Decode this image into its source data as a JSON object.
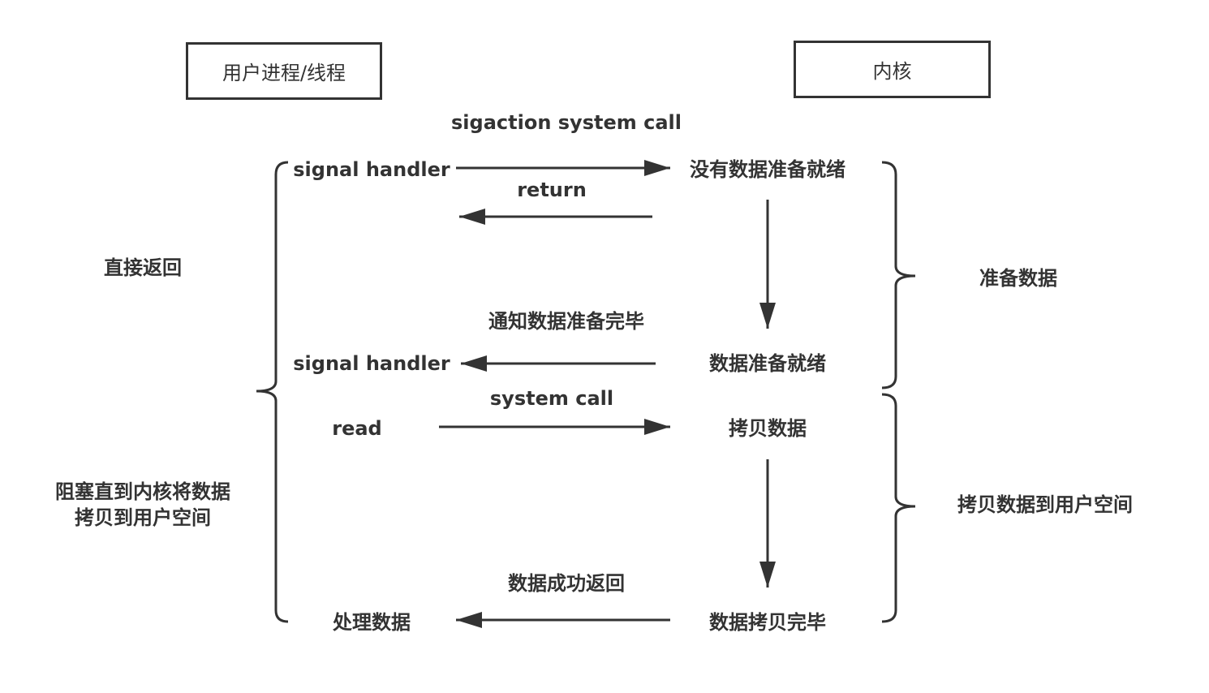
{
  "boxes": {
    "user": "用户进程/线程",
    "kernel": "内核"
  },
  "messages": {
    "sigaction": "sigaction system call",
    "return": "return",
    "notify": "通知数据准备完毕",
    "system_call": "system call",
    "success_return": "数据成功返回"
  },
  "user_side": {
    "signal_handler_1": "signal handler",
    "signal_handler_2": "signal handler",
    "read": "read",
    "process_data": "处理数据"
  },
  "kernel_side": {
    "no_data_ready": "没有数据准备就绪",
    "data_ready": "数据准备就绪",
    "copy_data": "拷贝数据",
    "copy_done": "数据拷贝完毕"
  },
  "left_notes": {
    "return_directly": "直接返回",
    "blocked_line1": "阻塞直到内核将数据",
    "blocked_line2": "拷贝到用户空间"
  },
  "right_notes": {
    "prepare_data": "准备数据",
    "copy_to_user": "拷贝数据到用户空间"
  },
  "colors": {
    "stroke": "#333333",
    "background": "#ffffff"
  }
}
